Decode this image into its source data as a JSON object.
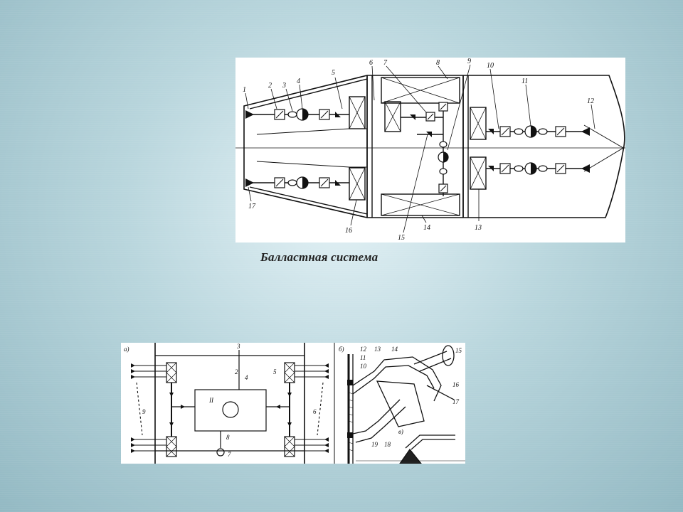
{
  "slide": {
    "caption": "Балластная система",
    "background_colors": [
      "#e4f2f6",
      "#93b9c3"
    ]
  },
  "top_diagram": {
    "labels": [
      "1",
      "2",
      "3",
      "4",
      "5",
      "6",
      "7",
      "8",
      "9",
      "10",
      "11",
      "12",
      "13",
      "14",
      "15",
      "16",
      "17"
    ]
  },
  "bottom_diagram": {
    "panel_a_label": "а)",
    "panel_b_label": "б)",
    "panel_v_label": "в)",
    "panel_a_labels": [
      "3",
      "2",
      "4",
      "5",
      "6",
      "9",
      "II",
      "8",
      "7"
    ],
    "panel_b_labels": [
      "12",
      "13",
      "14",
      "15",
      "11",
      "10",
      "16",
      "17",
      "18",
      "19"
    ]
  }
}
